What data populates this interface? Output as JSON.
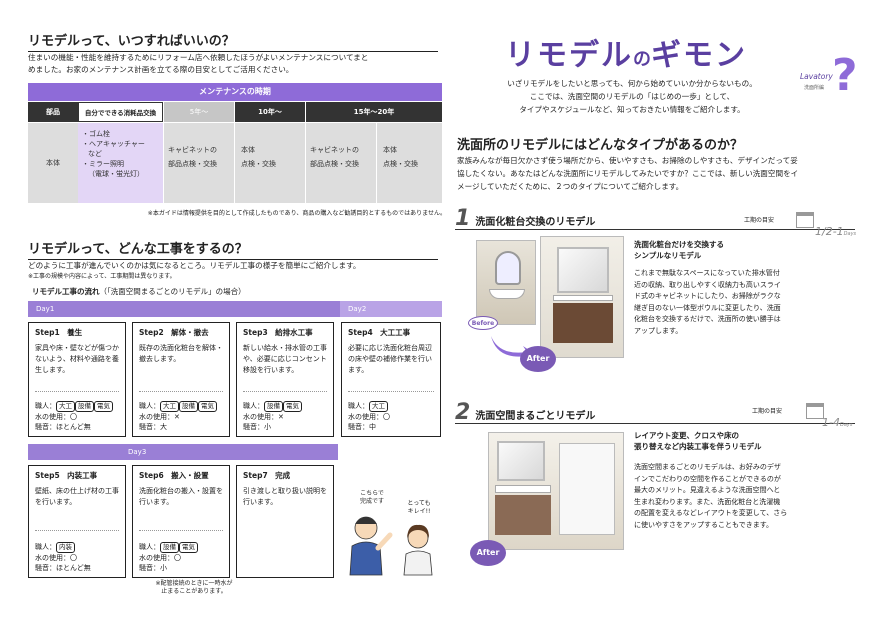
{
  "left": {
    "s1_title": "リモデルって、いつすればいいの？",
    "s1_text1": "住まいの機能・性能を維持するためにリフォーム店へ依頼したほうがよいメンテナンスについてまと",
    "s1_text2": "めました。お家のメンテナンス計画を立てる際の目安としてご活用ください。",
    "table": {
      "header": "メンテナンスの時期",
      "col_part": "部品",
      "col_self": "自分でできる消耗品交換",
      "col_5": "5年〜",
      "col_10": "10年〜",
      "col_15": "15年〜20年",
      "row_part": "本体",
      "self_items": [
        "・ゴム栓",
        "・ヘアキャッチャー",
        "など",
        "・ミラー照明",
        "（電球・蛍光灯）"
      ],
      "c5_1": "キャビネットの",
      "c5_2": "部品点検・交換",
      "c10_1": "本体",
      "c10_2": "点検・交換",
      "c15a_1": "キャビネットの",
      "c15a_2": "部品点検・交換",
      "c15b_1": "本体",
      "c15b_2": "点検・交換",
      "note": "※本ガイドは情報提供を目的として作成したものであり、商品の購入など勧誘目的とするものではありません。"
    },
    "s2_title": "リモデルって、どんな工事をするの？",
    "s2_text": "どのように工事が進んでいくのかは気になるところ。リモデル工事の様子を簡単にご紹介します。",
    "s2_note": "※工事の規模や内容によって、工事期間は異なります。",
    "flow_label": "リモデル工事の流れ",
    "flow_sub": "（「洗面空間まるごとのリモデル」の場合）",
    "day1": "Day1",
    "day2": "Day2",
    "day3": "Day3",
    "steps": [
      {
        "title": "Step1　養生",
        "desc": "家具や床・壁などが傷つかないよう、材料や通路を養生します。",
        "staff_label": "職人：",
        "tags": [
          "大工",
          "設備",
          "電気"
        ],
        "water": "水の使用：〇",
        "noise": "騒音：ほとんど無"
      },
      {
        "title": "Step2　解体・撤去",
        "desc": "既存の洗面化粧台を解体・撤去します。",
        "staff_label": "職人：",
        "tags": [
          "大工",
          "設備",
          "電気"
        ],
        "water": "水の使用：✕",
        "noise": "騒音：大"
      },
      {
        "title": "Step3　給排水工事",
        "desc": "新しい給水・排水管の工事や、必要に応じコンセント移設を行います。",
        "staff_label": "職人：",
        "tags": [
          "設備",
          "電気"
        ],
        "water": "水の使用：✕",
        "noise": "騒音：小"
      },
      {
        "title": "Step4　大工工事",
        "desc": "必要に応じ洗面化粧台周辺の床や壁の補修作業を行います。",
        "staff_label": "職人：",
        "tags": [
          "大工"
        ],
        "water": "水の使用：〇",
        "noise": "騒音：中"
      },
      {
        "title": "Step5　内装工事",
        "desc": "壁紙、床の仕上げ材の工事を行います。",
        "staff_label": "職人：",
        "tags": [
          "内装"
        ],
        "water": "水の使用：〇",
        "noise": "騒音：ほとんど無"
      },
      {
        "title": "Step6　搬入・設置",
        "desc": "洗面化粧台の搬入・設置を行います。",
        "staff_label": "職人：",
        "tags": [
          "設備",
          "電気"
        ],
        "water": "水の使用：〇",
        "noise": "騒音：小"
      },
      {
        "title": "Step7　完成",
        "desc": "引き渡しと取り扱い説明を行います。",
        "staff_label": "",
        "tags": [],
        "water": "",
        "noise": ""
      }
    ],
    "step6_note1": "※配管接続のときに一時水が",
    "step6_note2": "止まることがあります。",
    "bubble1": "こちらで\n完成です",
    "bubble2": "とっても\nキレイ!!"
  },
  "right": {
    "title_a": "リモデル",
    "title_b": "の",
    "title_c": "ギモン",
    "logo": "Lavatory",
    "logo_sub": "洗面所編",
    "intro1": "いざリモデルをしたいと思っても、何から始めていいか分からないもの。",
    "intro2": "ここでは、洗面空間のリモデルの「はじめの一歩」として、",
    "intro3": "タイプやスケジュールなど、知っておきたい情報をご紹介します。",
    "s_title": "洗面所のリモデルにはどんなタイプがあるのか？",
    "s_text1": "家族みんなが毎日欠かさず使う場所だから、使いやすさも、お掃除のしやすさも、デザインだって妥",
    "s_text2": "協したくない。あなたはどんな洗面所にリモデルしてみたいですか？ここでは、新しい洗面空間をイ",
    "s_text3": "メージしていただくために、２つのタイプについてご紹介します。",
    "type1_num": "1",
    "type1_title": "洗面化粧台交換のリモデル",
    "type1_period_label": "工期の目安",
    "type1_period": "1/2-1",
    "type1_days": "Days",
    "type1_head1": "洗面化粧台だけを交換する",
    "type1_head2": "シンプルなリモデル",
    "type1_desc": [
      "これまで無駄なスペースになっていた排水管付",
      "近の収納、取り出しやすく収納力も高いスライ",
      "ド式のキャビネットにしたり、お掃除がラクな",
      "継ぎ目のない一体型ボウルに変更したり、洗面",
      "化粧台を交換するだけで、洗面所の使い勝手は",
      "アップします。"
    ],
    "before": "Before",
    "after": "After",
    "type2_num": "2",
    "type2_title": "洗面空間まるごとリモデル",
    "type2_period_label": "工期の目安",
    "type2_period": "1-4",
    "type2_days": "Days",
    "type2_head1": "レイアウト変更、クロスや床の",
    "type2_head2": "張り替えなど内装工事を伴うリモデル",
    "type2_desc": [
      "洗面空間まるごとのリモデルは、お好みのデザ",
      "インでこだわりの空間を作ることができるのが",
      "最大のメリット。見違えるような洗面空間へと",
      "生まれ変わります。また、洗面化粧台と洗濯機",
      "の配置を変えるなどレイアウトを変更して、さら",
      "に使いやすさをアップすることもできます。"
    ],
    "after2": "After"
  },
  "colors": {
    "accent": "#8e6bd8",
    "title": "#5a3fa0"
  }
}
